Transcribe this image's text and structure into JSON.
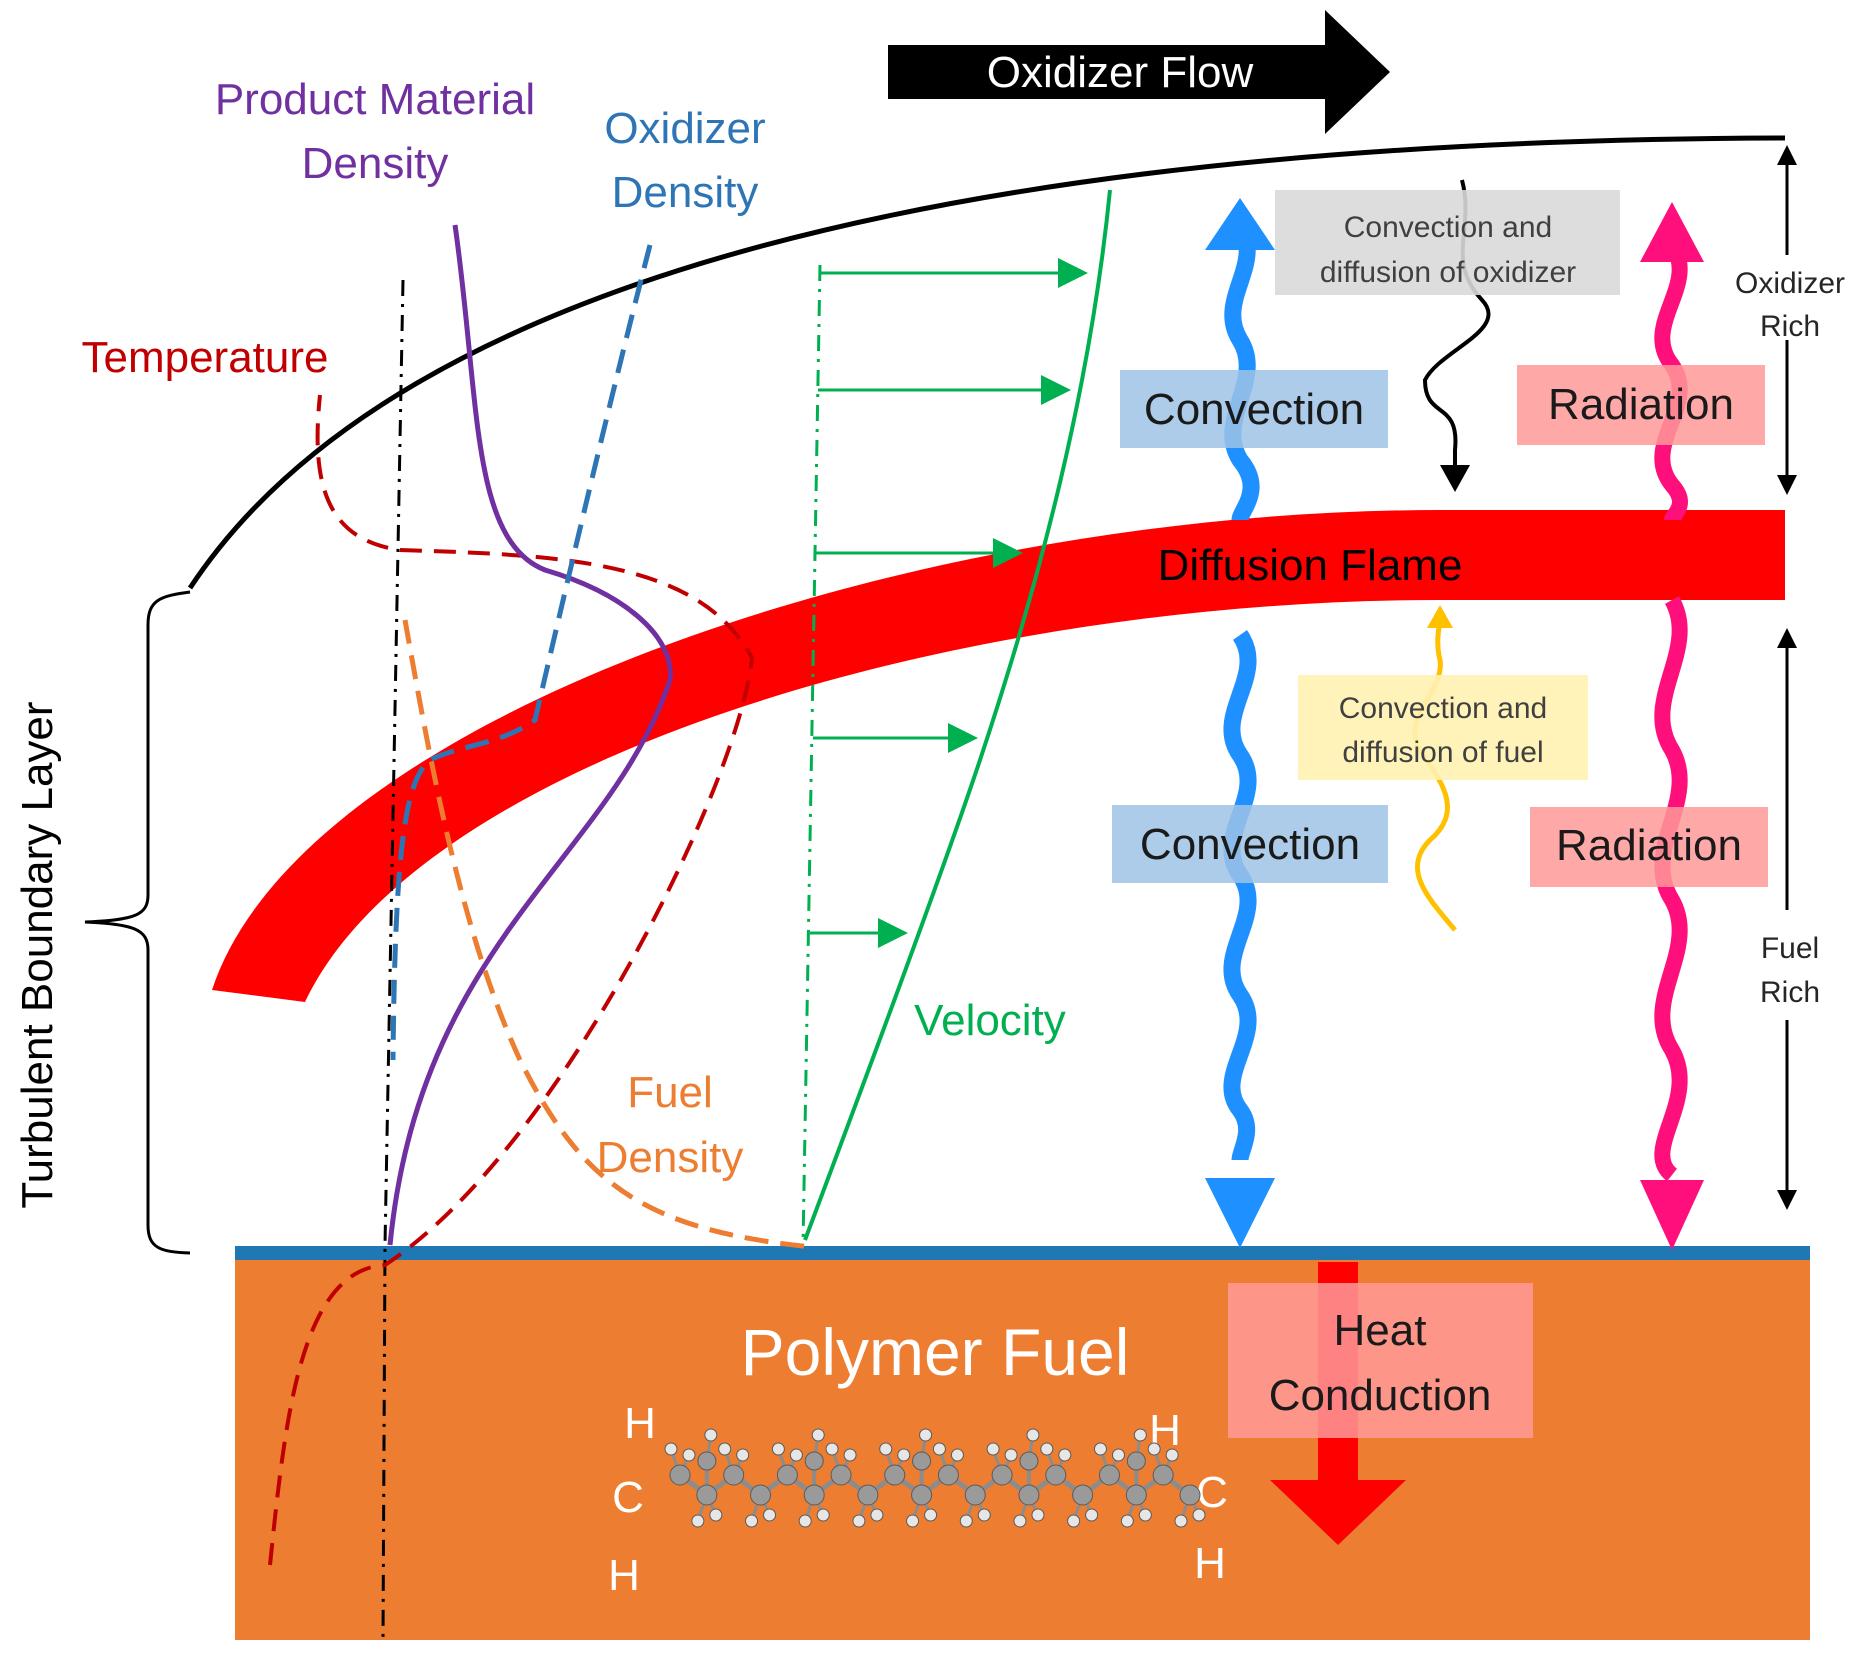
{
  "title": "",
  "colors": {
    "flame": "#ff0000",
    "fuel_block": "#ed7d31",
    "surface": "#1f77b4",
    "boundary": "#000000",
    "temperature": "#c00000",
    "product": "#7030a0",
    "oxidizer": "#2e75b6",
    "fuel_density": "#ed7d31",
    "velocity": "#00b050",
    "convection_arrow": "#1e90ff",
    "radiation_arrow": "#ff0f7b",
    "fuel_diffusion": "#ffc000",
    "convection_box": "#9dc3e6",
    "radiation_box": "#ff9999",
    "grey_box": "#d9d9d9",
    "yellow_box": "#fff2b3"
  },
  "labels": {
    "oxidizer_flow": "Oxidizer  Flow",
    "product_line1": "Product Material",
    "product_line2": "Density",
    "oxidizer_density_line1": "Oxidizer",
    "oxidizer_density_line2": "Density",
    "temperature": "Temperature",
    "fuel_density_line1": "Fuel",
    "fuel_density_line2": "Density",
    "velocity": "Velocity",
    "diffusion_flame": "Diffusion Flame",
    "convection_top": "Convection",
    "convection_bottom": "Convection",
    "radiation_top": "Radiation",
    "radiation_bottom": "Radiation",
    "conv_diff_oxidizer_line1": "Convection and",
    "conv_diff_oxidizer_line2": "diffusion of oxidizer",
    "conv_diff_fuel_line1": "Convection and",
    "conv_diff_fuel_line2": "diffusion of fuel",
    "oxidizer_rich_line1": "Oxidizer",
    "oxidizer_rich_line2": "Rich",
    "fuel_rich_line1": "Fuel",
    "fuel_rich_line2": "Rich",
    "turbulent_boundary_layer": "Turbulent Boundary Layer",
    "polymer_fuel": "Polymer Fuel",
    "heat_line1": "Heat",
    "heat_line2": "Conduction",
    "h_top_left": "H",
    "c_left": "C",
    "h_bottom_left": "H",
    "h_top_right": "H",
    "c_right": "C",
    "h_bottom_right": "H"
  },
  "molecule_icon": "polyethylene-ball-and-stick-icon"
}
